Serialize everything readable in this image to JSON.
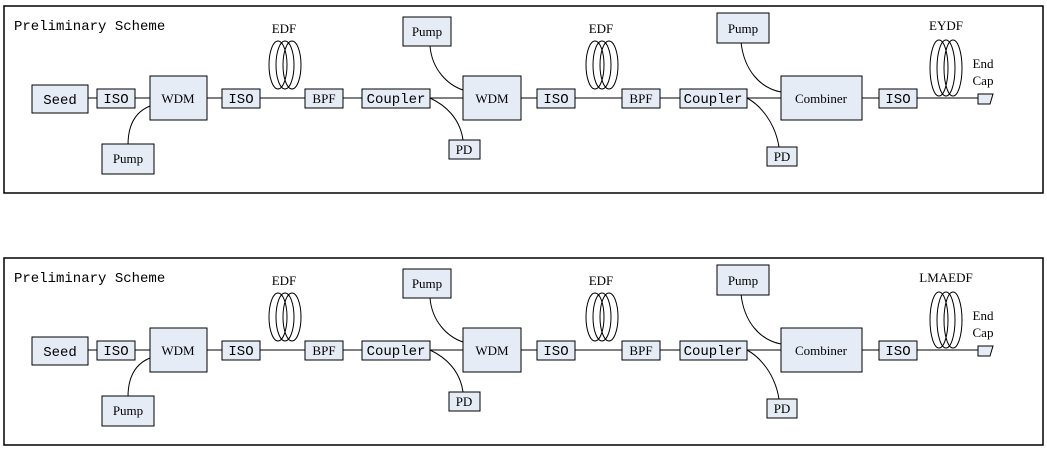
{
  "panels": [
    {
      "title": "Preliminary Scheme",
      "labels": {
        "seed": "Seed",
        "iso1": "ISO",
        "wdm1": "WDM",
        "pump1": "Pump",
        "iso2": "ISO",
        "edf1": "EDF",
        "bpf1": "BPF",
        "coupler1": "Coupler",
        "pd1": "PD",
        "pump2": "Pump",
        "wdm2": "WDM",
        "iso3": "ISO",
        "edf2": "EDF",
        "bpf2": "BPF",
        "coupler2": "Coupler",
        "pd2": "PD",
        "pump3": "Pump",
        "combiner": "Combiner",
        "iso4": "ISO",
        "final_fiber": "EYDF",
        "endcap_1": "End",
        "endcap_2": "Cap"
      }
    },
    {
      "title": "Preliminary Scheme",
      "labels": {
        "seed": "Seed",
        "iso1": "ISO",
        "wdm1": "WDM",
        "pump1": "Pump",
        "iso2": "ISO",
        "edf1": "EDF",
        "bpf1": "BPF",
        "coupler1": "Coupler",
        "pd1": "PD",
        "pump2": "Pump",
        "wdm2": "WDM",
        "iso3": "ISO",
        "edf2": "EDF",
        "bpf2": "BPF",
        "coupler2": "Coupler",
        "pd2": "PD",
        "pump3": "Pump",
        "combiner": "Combiner",
        "iso4": "ISO",
        "final_fiber": "LMAEDF",
        "endcap_1": "End",
        "endcap_2": "Cap"
      }
    }
  ]
}
